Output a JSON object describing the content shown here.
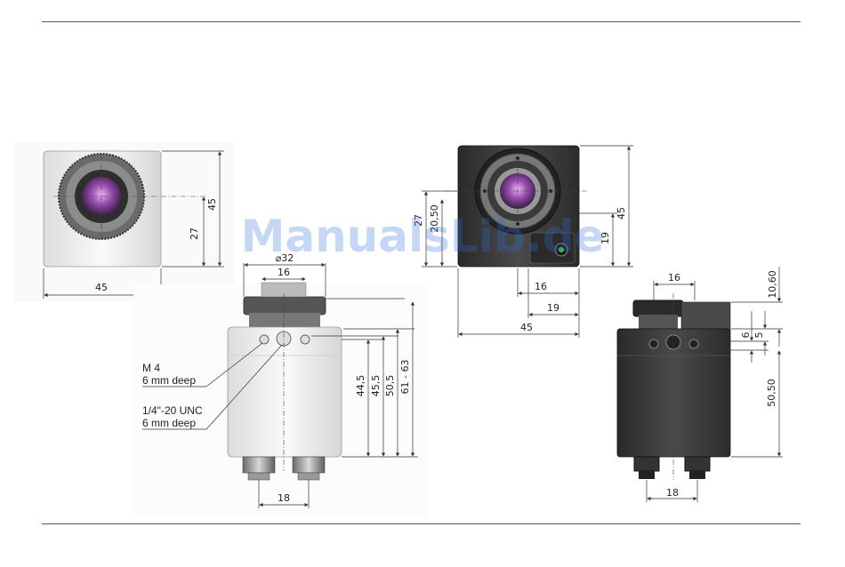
{
  "watermark": "ManualsLib.de",
  "front_view_light": {
    "width_label": "45",
    "height_label": "45",
    "center_label": "27"
  },
  "side_view_light": {
    "diameter_label": "⌀32",
    "lens_inner_label": "16",
    "connector_spacing_label": "18",
    "height_labels": [
      "44,5",
      "45,5",
      "50,5",
      "61 - 63"
    ],
    "note_m4_line1": "M 4",
    "note_m4_line2": "6 mm deep",
    "note_unc_line1": "1/4\"-20 UNC",
    "note_unc_line2": "6 mm deep"
  },
  "front_view_dark": {
    "width_label": "45",
    "height_label": "45",
    "center_h_label": "27",
    "center_h2_label": "20,50",
    "h19_label": "19",
    "w16_label": "16",
    "w19_label": "19"
  },
  "side_view_dark": {
    "top_width_label": "16",
    "label_10_60": "10,60",
    "label_6": "6",
    "label_5": "5",
    "label_50_50": "50,50",
    "connector_spacing_label": "18"
  },
  "colors": {
    "rule": "#555555",
    "dark_body": "#3a3a3a",
    "light_body": "#f2f2f2",
    "lens": "#9b4fb0"
  }
}
